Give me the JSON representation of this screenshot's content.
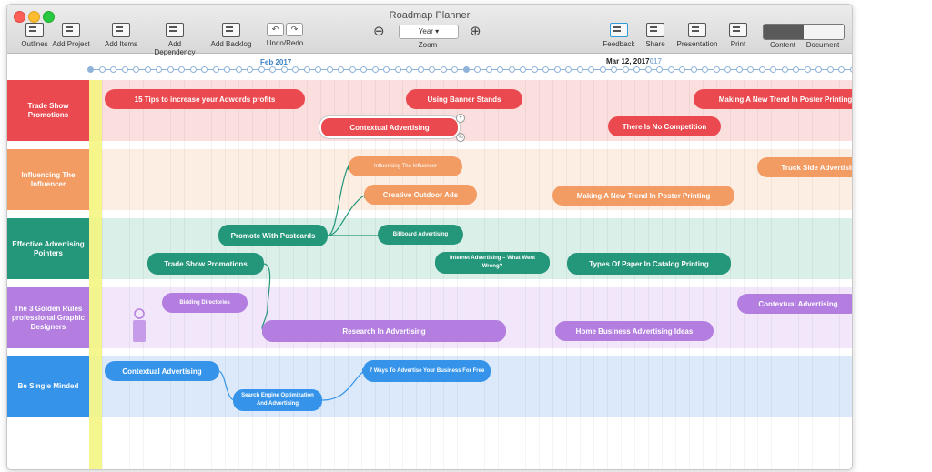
{
  "window": {
    "title": "Roadmap Planner"
  },
  "toolbar": {
    "outlines": "Outlines",
    "add_project": "Add Project",
    "add_items": "Add Items",
    "add_dependency": "Add Dependency",
    "add_backlog": "Add Backlog",
    "undo_redo": "Undo/Redo",
    "zoom_value": "Year",
    "zoom_label": "Zoom",
    "feedback": "Feedback",
    "share": "Share",
    "presentation": "Presentation",
    "print": "Print",
    "content": "Content",
    "document": "Document"
  },
  "timeline": {
    "month_label": "Feb 2017",
    "marker_label": "Mar 12, 2017",
    "marker_suffix": "017"
  },
  "lanes": [
    {
      "name": "Trade Show Promotions",
      "color": "#ea4a4f",
      "bg": "#fbdede"
    },
    {
      "name": "Influencing The Influencer",
      "color": "#f29b63",
      "bg": "#fdeee3"
    },
    {
      "name": "Effective Advertising Pointers",
      "color": "#24967a",
      "bg": "#d9efe8"
    },
    {
      "name": "The 3 Golden Rules professional Graphic Designers",
      "color": "#b37ee0",
      "bg": "#f1e6fa"
    },
    {
      "name": "Be Single Minded",
      "color": "#3594ea",
      "bg": "#dbe9fa"
    }
  ],
  "items": {
    "tips_adwords": "15 Tips to increase your Adwords profits",
    "banner_stands": "Using Banner Stands",
    "new_trend_poster_1": "Making A New Trend In Poster Printing",
    "contextual_adv_1": "Contextual Advertising",
    "no_competition": "There Is No Competition",
    "influencing": "Influencing The Influencer",
    "truck_side": "Truck Side Advertising Isn T It Time",
    "creative_outdoor": "Creative Outdoor Ads",
    "new_trend_poster_2": "Making A New Trend In Poster Printing",
    "postcards": "Promote With Postcards",
    "billboard": "Billboard Advertising",
    "internet_adv": "Internet Advertising – What Went Wrong?",
    "trade_show": "Trade Show Promotions",
    "catalog_paper": "Types Of Paper In Catalog Printing",
    "bidding": "Bidding Directories",
    "contextual_adv_2": "Contextual Advertising",
    "research_adv": "Research In Advertising",
    "home_business": "Home Business Advertising Ideas",
    "contextual_adv_3": "Contextual Advertising",
    "seo_adv": "Search Engine Optimization And Advertising",
    "seven_ways": "7 Ways To Advertise Your Business For Free"
  }
}
